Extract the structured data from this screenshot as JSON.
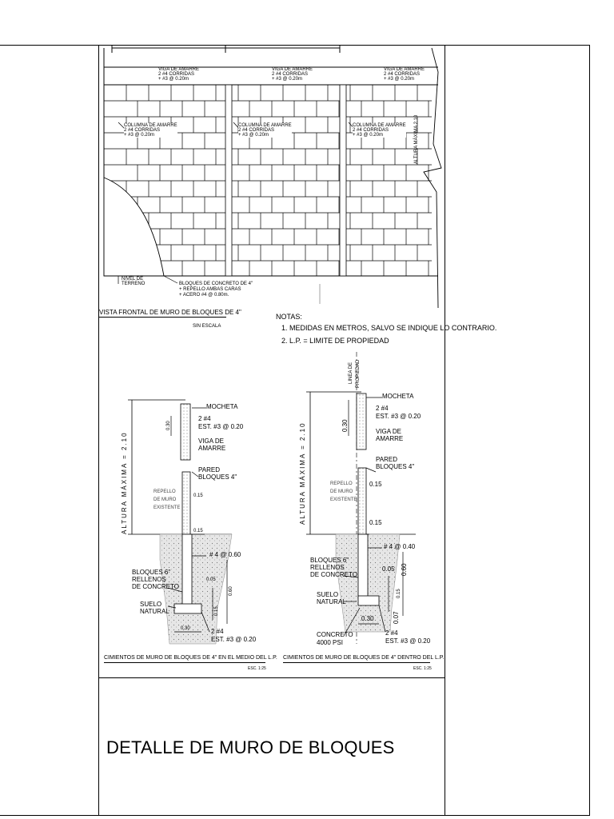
{
  "sheet": {
    "title": "DETALLE DE MURO DE BLOQUES"
  },
  "front_view": {
    "caption": "VISTA FRONTAL DE MURO DE BLOQUES DE 4\"",
    "scale": "SIN ESCALA",
    "beam_labels": [
      {
        "l1": "VIGA DE AMARRE",
        "l2": "2 #4 CORRIDAS",
        "l3": "+ #3 @ 0.20m"
      },
      {
        "l1": "VIGA DE AMARRE",
        "l2": "2 #4 CORRIDAS",
        "l3": "+ #3 @ 0.20m"
      },
      {
        "l1": "VIGA DE AMARRE",
        "l2": "2 #4 CORRIDAS",
        "l3": "+ #3 @ 0.20m"
      }
    ],
    "column_labels": [
      {
        "l1": "COLUMNA DE AMARRE",
        "l2": "2 #4 CORRIDAS",
        "l3": "+ #3 @ 0.20m"
      },
      {
        "l1": "COLUMNA DE AMARRE",
        "l2": "2 #4 CORRIDAS",
        "l3": "+ #3 @ 0.20m"
      },
      {
        "l1": "COLUMNA DE AMARRE",
        "l2": "2 #4 CORRIDAS",
        "l3": "+ #3 @ 0.20m"
      }
    ],
    "terrain_label": {
      "l1": "NIVEL DE",
      "l2": "TERRENO"
    },
    "block_label": {
      "l1": "BLOQUES DE CONCRETO DE 4\"",
      "l2": "+ REPELLO AMBAS CARAS",
      "l3": "+ ACERO #4 @ 0.80m."
    },
    "max_height_label": "ALTURA MÁXIMA 2.10"
  },
  "notes": {
    "heading": "NOTAS:",
    "items": [
      "1.   MEDIDAS EN METROS, SALVO SE INDIQUE LO CONTRARIO.",
      "2.   L.P. = LIMITE DE PROPIEDAD"
    ]
  },
  "section_left": {
    "caption": "CIMIENTOS DE MURO DE BLOQUES DE 4\" EN EL MEDIO DEL L.P.",
    "scale": "ESC. 1:25",
    "height_label": "ALTURA MÁXIMA = 2.10",
    "labels": {
      "mocheta": "MOCHETA",
      "bars_top": "2 #4",
      "est_top": "EST. #3 @ 0.20",
      "viga": "VIGA DE",
      "amarre": "AMARRE",
      "pared": "PARED",
      "bloques4": "BLOQUES 4\"",
      "repello1": "REPELLO",
      "repello2": "DE MURO",
      "repello3": "EXISTENTE",
      "dim_015a": "0.15",
      "dim_015b": "0.15",
      "bar_spacing": "# 4 @ 0.60",
      "bloques6": "BLOQUES 6\"",
      "rellenos": "RELLENOS",
      "de_concreto": "DE CONCRETO",
      "dim_005": "0.05",
      "dim_060": "0.60",
      "dim_015c": "0.15",
      "suelo": "SUELO",
      "natural": "NATURAL",
      "dim_030": "0.30",
      "bars_bot": "2 #4",
      "est_bot": "EST. #3 @ 0.20",
      "dim_top": "0.30"
    }
  },
  "section_right": {
    "caption": "CIMIENTOS DE MURO DE BLOQUES DE 4\" DENTRO DEL L.P.",
    "scale": "ESC. 1:25",
    "height_label": "ALTURA MÁXIMA = 2.10",
    "property_line_1": "LINEA DE",
    "property_line_2": "PROPIEDAD",
    "labels": {
      "mocheta": "MOCHETA",
      "bars_top": "2 #4",
      "est_top": "EST. #3 @ 0.20",
      "viga": "VIGA DE",
      "amarre": "AMARRE",
      "pared": "PARED",
      "bloques4": "BLOQUES 4\"",
      "repello1": "REPELLO",
      "repello2": "DE MURO",
      "repello3": "EXISTENTE",
      "dim_015a": "0.15",
      "dim_015b": "0.15",
      "bar_spacing": "# 4 @ 0.40",
      "bloques6": "BLOQUES 6\"",
      "rellenos": "RELLENOS",
      "de_concreto": "DE CONCRETO",
      "dim_005": "0.05",
      "dim_060": "0.60",
      "dim_015c": "0.15",
      "dim_007": "0.07",
      "suelo": "SUELO",
      "natural": "NATURAL",
      "dim_030": "0.30",
      "concreto": "CONCRETO",
      "psi": "4000 PSI",
      "bars_bot": "2 #4",
      "est_bot": "EST. #3 @ 0.20",
      "dim_top": "0.30"
    }
  }
}
